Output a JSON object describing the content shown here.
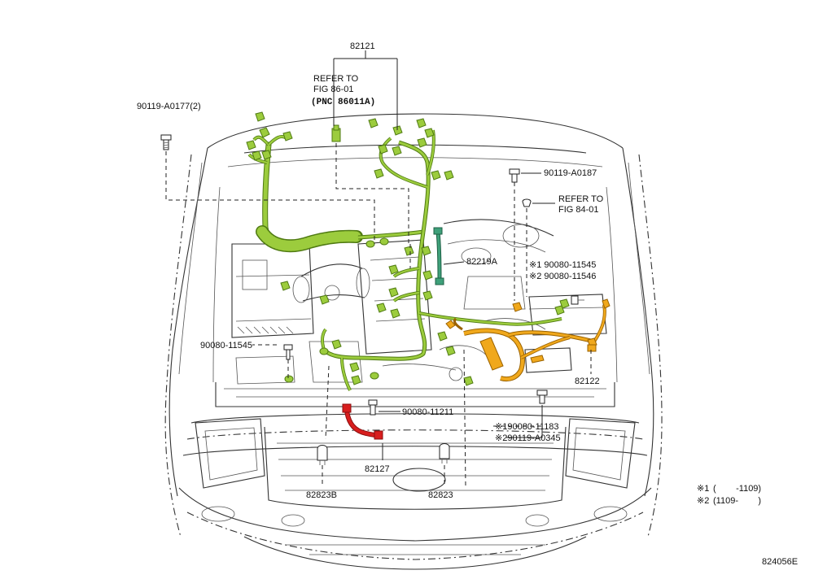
{
  "diagram": {
    "figure_id": "824056E",
    "colors": {
      "harness_main": "#9ccc3d",
      "harness_main_dark": "#4f7a12",
      "harness_injector": "#3fa07a",
      "harness_cowl": "#f0a81c",
      "harness_cowl_dark": "#9a6200",
      "harness_battery": "#d81e1e",
      "line": "#222222"
    },
    "labels": {
      "top_part": "82121",
      "refer_to_1": "REFER TO",
      "fig_1": "FIG 86-01",
      "pnc_1": "(PNC 86011A)",
      "bolt_left": "90119-A0177(2)",
      "bolt_right": "90119-A0187",
      "refer_to_2": "REFER TO",
      "fig_2": "FIG 84-01",
      "injector_harness": "82219A",
      "clip_1": "※1 90080-11545",
      "clip_2": "※2 90080-11546",
      "clip_left": "90080-11545",
      "cowl_harness": "82122",
      "bolt_center": "90080-11211",
      "bolt_br_1": "※190080-11183",
      "bolt_br_2": "※290119-A0345",
      "battery_wire": "82127",
      "connector_left": "82823B",
      "connector_right": "82823"
    },
    "footnotes": [
      {
        "mark": "※1",
        "text": "(        -1109)"
      },
      {
        "mark": "※2",
        "text": "(1109-        )"
      }
    ],
    "icons": [
      "bolt-icon",
      "clip-icon",
      "connector-icon",
      "grommet-icon"
    ]
  }
}
